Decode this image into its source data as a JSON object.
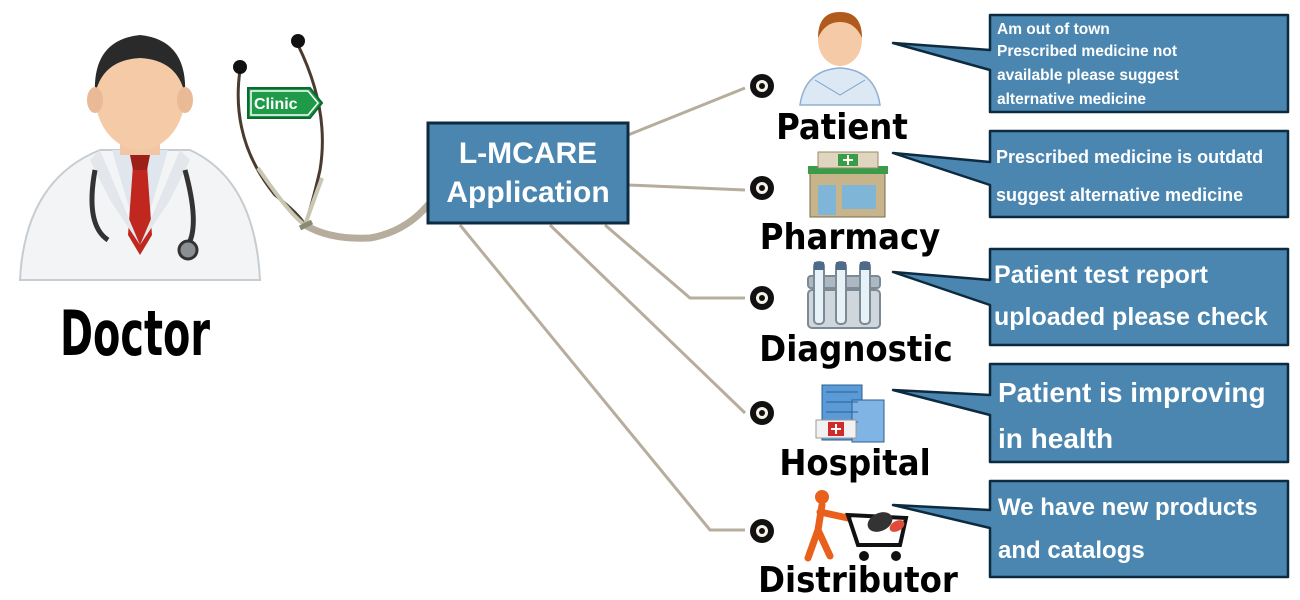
{
  "doctor": {
    "label": "Doctor",
    "sign": "Clinic"
  },
  "center": {
    "line1": "L-MCARE",
    "line2": "Application"
  },
  "nodes": [
    {
      "key": "patient",
      "label": "Patient",
      "icon": "patient-icon",
      "message": [
        "Am out of town",
        "Prescribed medicine not",
        "available please suggest",
        "alternative medicine"
      ]
    },
    {
      "key": "pharmacy",
      "label": "Pharmacy",
      "icon": "pharmacy-icon",
      "message": [
        "Prescribed medicine is outdatd",
        "suggest alternative medicine"
      ]
    },
    {
      "key": "diagnostic",
      "label": "Diagnostic",
      "icon": "diagnostic-icon",
      "message": [
        "Patient test report",
        "uploaded please check"
      ]
    },
    {
      "key": "hospital",
      "label": "Hospital",
      "icon": "hospital-icon",
      "message": [
        "Patient is improving",
        "in health"
      ]
    },
    {
      "key": "distributor",
      "label": "Distributor",
      "icon": "distributor-icon",
      "message": [
        "We have new products",
        "and catalogs"
      ]
    }
  ],
  "colors": {
    "box": "#4a86b0",
    "box_border": "#0d2b40",
    "line": "#b7ad9d",
    "callout": "#4a86b0"
  }
}
